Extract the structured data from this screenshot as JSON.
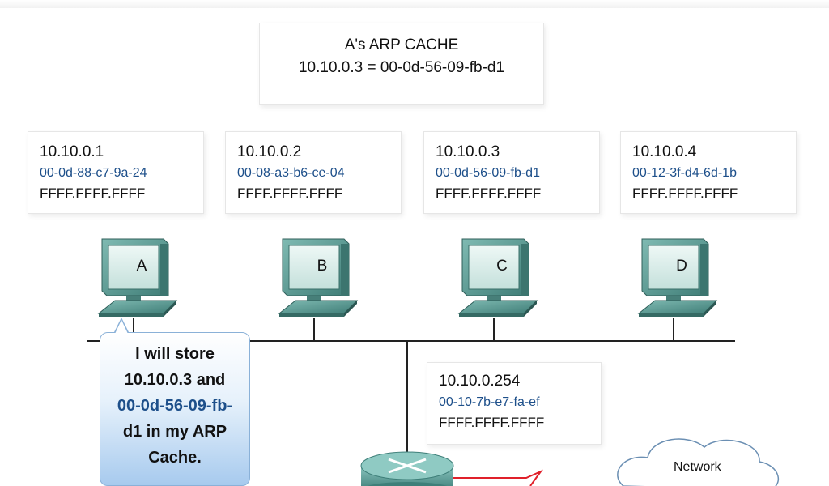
{
  "arp_cache": {
    "title": "A's ARP CACHE",
    "entry": "10.10.0.3 = 00-0d-56-09-fb-d1"
  },
  "hosts": [
    {
      "label": "A",
      "ip": "10.10.0.1",
      "mac": "00-0d-88-c7-9a-24",
      "broadcast": "FFFF.FFFF.FFFF"
    },
    {
      "label": "B",
      "ip": "10.10.0.2",
      "mac": "00-08-a3-b6-ce-04",
      "broadcast": "FFFF.FFFF.FFFF"
    },
    {
      "label": "C",
      "ip": "10.10.0.3",
      "mac": "00-0d-56-09-fb-d1",
      "broadcast": "FFFF.FFFF.FFFF"
    },
    {
      "label": "D",
      "ip": "10.10.0.4",
      "mac": "00-12-3f-d4-6d-1b",
      "broadcast": "FFFF.FFFF.FFFF"
    }
  ],
  "router": {
    "ip": "10.10.0.254",
    "mac": "00-10-7b-e7-fa-ef",
    "broadcast": "FFFF.FFFF.FFFF"
  },
  "callout": {
    "line1": "I will store",
    "line2": "10.10.0.3 and",
    "line3": "00-0d-56-09-fb-",
    "line4": "d1 in my ARP",
    "line5": "Cache."
  },
  "network_label": "Network",
  "colors": {
    "computer_body": "#5d9e97",
    "screen": "#d9ece8",
    "mac_text": "#1d4f8a",
    "link_red": "#e0202a",
    "bus_line": "#222222"
  }
}
